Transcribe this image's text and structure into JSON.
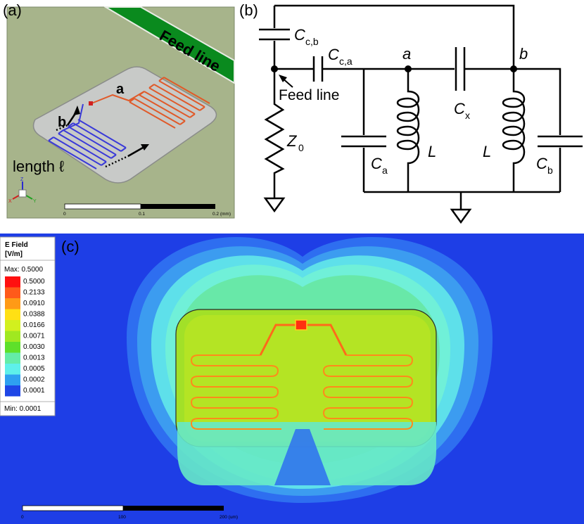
{
  "panel_a": {
    "label": "(a)",
    "feed_line_label": "Feed line",
    "resonator_labels": {
      "a": "a",
      "b": "b"
    },
    "length_label": "length ℓ",
    "axis_labels": {
      "x": "X",
      "y": "Y",
      "z": "Z"
    },
    "scale_ticks": [
      "0",
      "0.1",
      "0.2 (mm)"
    ],
    "colors": {
      "background": "#a7b48b",
      "feed_line": "#0a8a1e",
      "chip": "#c8cac8",
      "meander_a": "#e05a2a",
      "meander_b": "#3a3ad8"
    }
  },
  "panel_b": {
    "label": "(b)",
    "node_labels": {
      "a": "a",
      "b": "b"
    },
    "feed_line_label": "Feed line",
    "components": {
      "Ccb": {
        "main": "C",
        "sub": "c,b"
      },
      "Cca": {
        "main": "C",
        "sub": "c,a"
      },
      "Cx": {
        "main": "C",
        "sub": "x"
      },
      "Ca": {
        "main": "C",
        "sub": "a"
      },
      "Cb": {
        "main": "C",
        "sub": "b"
      },
      "Z0": {
        "main": "Z",
        "sub": "0"
      },
      "La": {
        "main": "L"
      },
      "Lb": {
        "main": "L"
      }
    }
  },
  "panel_c": {
    "label": "(c)",
    "legend": {
      "title_line1": "E Field",
      "title_line2": "[V/m]",
      "max_label": "Max: 0.5000",
      "min_label": "Min: 0.0001",
      "levels": [
        {
          "value": "0.5000",
          "color": "#ff1010"
        },
        {
          "value": "0.2133",
          "color": "#ff5a1a"
        },
        {
          "value": "0.0910",
          "color": "#ff9a16"
        },
        {
          "value": "0.0388",
          "color": "#ffe014"
        },
        {
          "value": "0.0166",
          "color": "#d2f01e"
        },
        {
          "value": "0.0071",
          "color": "#a0e820"
        },
        {
          "value": "0.0030",
          "color": "#5ee02a"
        },
        {
          "value": "0.0013",
          "color": "#64eca8"
        },
        {
          "value": "0.0005",
          "color": "#5ef0ea"
        },
        {
          "value": "0.0002",
          "color": "#2ea0f0"
        },
        {
          "value": "0.0001",
          "color": "#1e46e6"
        }
      ]
    },
    "scale_ticks": [
      "0",
      "100",
      "200 (um)"
    ],
    "colors": {
      "background": "#1e3ee6"
    }
  }
}
